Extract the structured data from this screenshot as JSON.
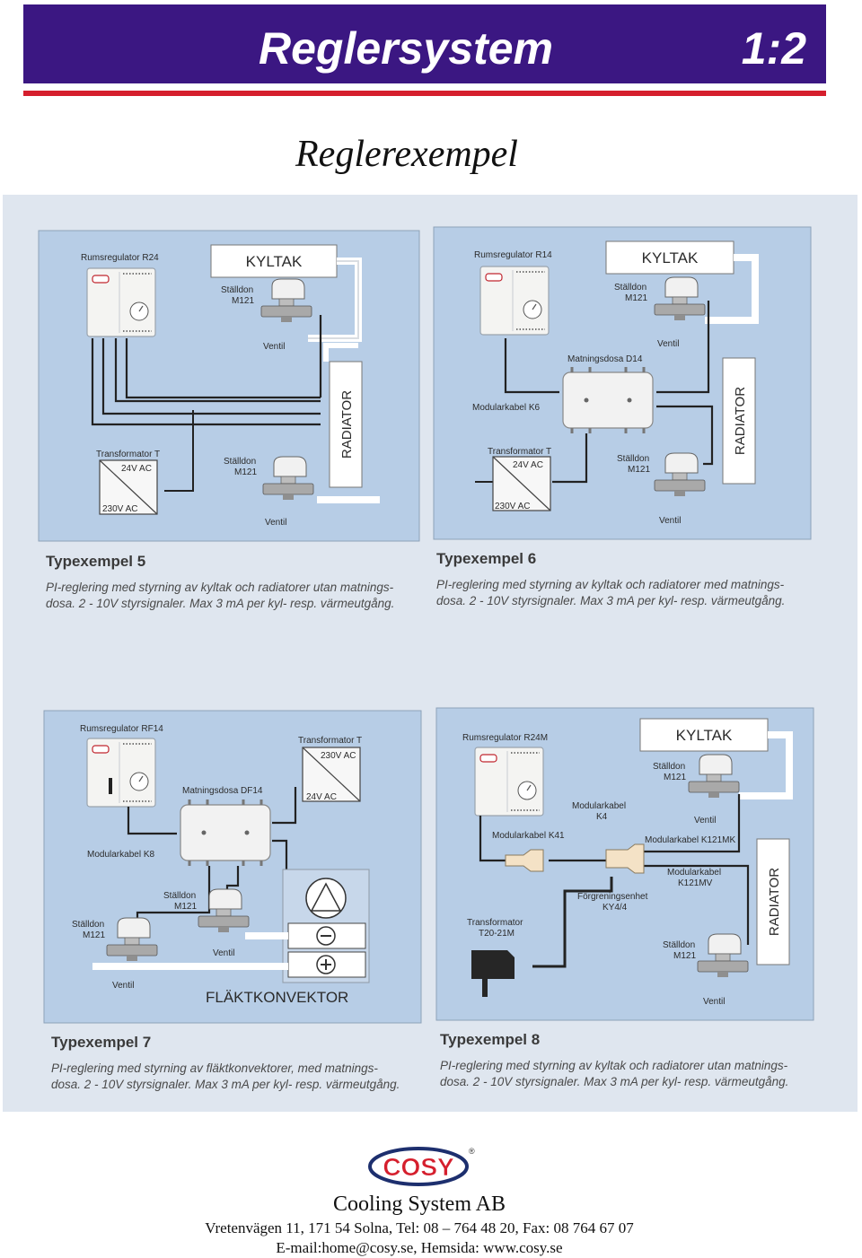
{
  "header": {
    "title": "Reglersystem",
    "page": "1:2"
  },
  "subtitle": "Reglerexempel",
  "examples": [
    {
      "title": "Typexempel 5",
      "caption_line1": "PI-reglering med styrning av kyltak och radiatorer utan matnings-",
      "caption_line2": "dosa. 2 - 10V styrsignaler. Max 3 mA per kyl- resp. värmeutgång.",
      "labels": {
        "regulator": "Rumsregulator R24",
        "cooling": "KYLTAK",
        "actuator_top": "Ställdon",
        "actuator_top_model": "M121",
        "valve_top": "Ventil",
        "radiator": "RADIATOR",
        "transformer": "Transformator T",
        "v24": "24V AC",
        "v230": "230V AC",
        "actuator_bottom": "Ställdon",
        "actuator_bottom_model": "M121",
        "valve_bottom": "Ventil"
      }
    },
    {
      "title": "Typexempel 6",
      "caption_line1": "PI-reglering med styrning av kyltak och radiatorer med matnings-",
      "caption_line2": "dosa. 2 - 10V styrsignaler. Max 3 mA per kyl- resp. värmeutgång.",
      "labels": {
        "regulator": "Rumsregulator R14",
        "cooling": "KYLTAK",
        "actuator_top": "Ställdon",
        "actuator_top_model": "M121",
        "valve_top": "Ventil",
        "junction": "Matningsdosa D14",
        "cable": "Modularkabel K6",
        "radiator": "RADIATOR",
        "transformer": "Transformator T",
        "v24": "24V AC",
        "v230": "230V AC",
        "actuator_bottom": "Ställdon",
        "actuator_bottom_model": "M121",
        "valve_bottom": "Ventil"
      }
    },
    {
      "title": "Typexempel 7",
      "caption_line1": "PI-reglering med styrning av fläktkonvektorer, med matnings-",
      "caption_line2": "dosa. 2 - 10V styrsignaler. Max 3 mA per kyl- resp. värmeutgång.",
      "labels": {
        "regulator": "Rumsregulator RF14",
        "transformer": "Transformator T",
        "v230": "230V AC",
        "v24": "24V AC",
        "junction": "Matningsdosa DF14",
        "cable": "Modularkabel K8",
        "actuator_a": "Ställdon",
        "actuator_a_model": "M121",
        "valve_a": "Ventil",
        "actuator_b": "Ställdon",
        "actuator_b_model": "M121",
        "valve_b": "Ventil",
        "fan": "FLÄKTKONVEKTOR"
      }
    },
    {
      "title": "Typexempel 8",
      "caption_line1": "PI-reglering med styrning av kyltak och radiatorer utan matnings-",
      "caption_line2": "dosa. 2 - 10V styrsignaler. Max 3 mA per kyl- resp. värmeutgång.",
      "labels": {
        "regulator": "Rumsregulator R24M",
        "cooling": "KYLTAK",
        "actuator_top": "Ställdon",
        "actuator_top_model": "M121",
        "valve_top": "Ventil",
        "cable_k4": "Modularkabel",
        "cable_k4_model": "K4",
        "cable_k41": "Modularkabel K41",
        "cable_k121mk": "Modularkabel K121MK",
        "cable_k121mv": "Modularkabel",
        "cable_k121mv_model": "K121MV",
        "splitter": "Förgreningsenhet",
        "splitter_model": "KY4/4",
        "transformer": "Transformator",
        "transformer_model": "T20-21M",
        "radiator": "RADIATOR",
        "actuator_bottom": "Ställdon",
        "actuator_bottom_model": "M121",
        "valve_bottom": "Ventil"
      }
    }
  ],
  "footer": {
    "logo_text": "COSY",
    "registered": "®",
    "company": "Cooling System AB",
    "address": "Vretenvägen 11, 171 54 Solna, Tel: 08 – 764 48 20, Fax: 08 764 67 07",
    "contact": "E-mail:home@cosy.se, Hemsida: www.cosy.se"
  },
  "colors": {
    "header_bg": "#3b1782",
    "header_rule": "#d51f2d",
    "panel_bg": "#b7cde6",
    "logo_red": "#d51f2d",
    "logo_navy": "#1d2f6e"
  }
}
